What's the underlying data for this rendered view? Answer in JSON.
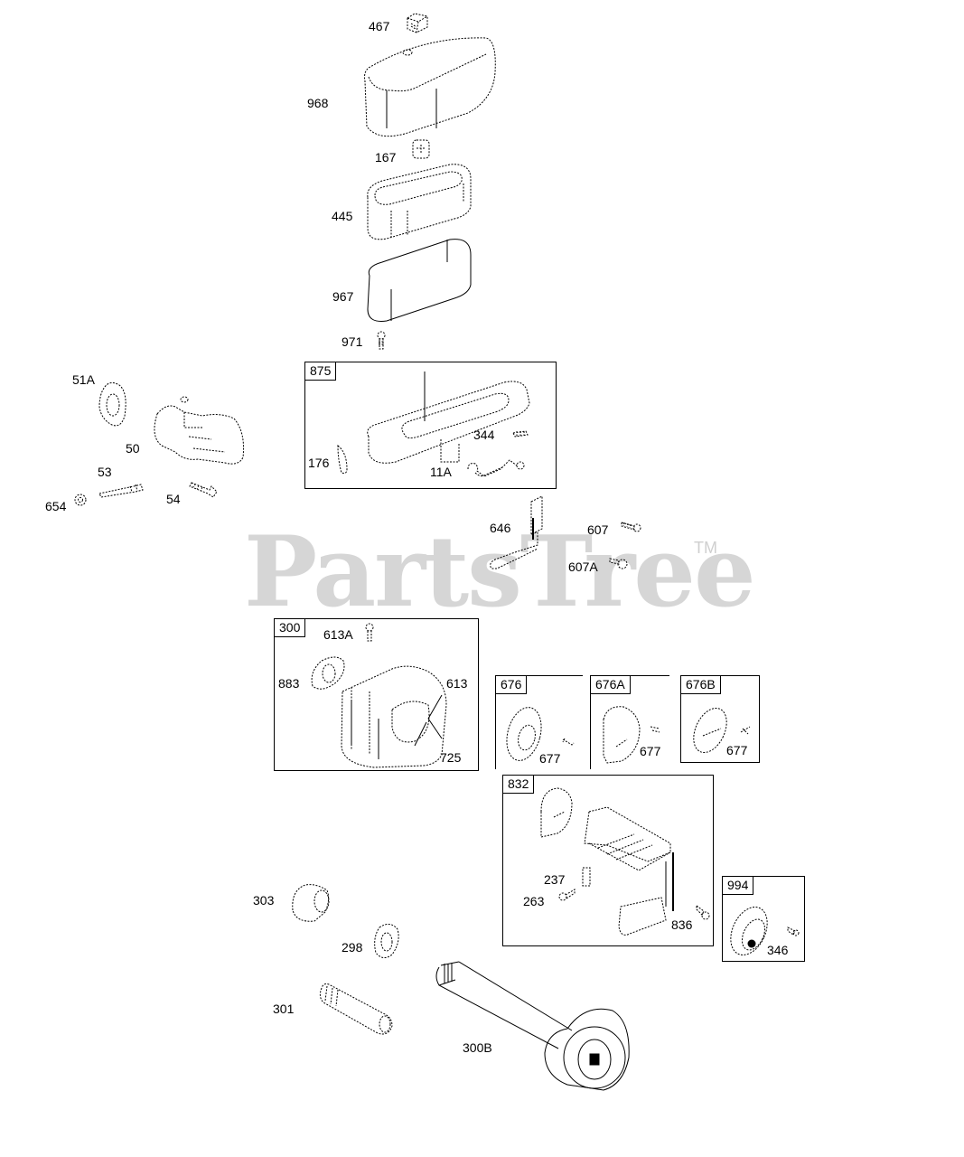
{
  "watermark": {
    "text": "PartsTree",
    "trademark": "TM",
    "color": "#d6d6d6"
  },
  "callouts": {
    "p467": "467",
    "p968": "968",
    "p167": "167",
    "p445": "445",
    "p967": "967",
    "p971": "971",
    "p51A": "51A",
    "p50": "50",
    "p53": "53",
    "p54": "54",
    "p654": "654",
    "p176": "176",
    "p344": "344",
    "p11A": "11A",
    "p646": "646",
    "p607": "607",
    "p607A": "607A",
    "p613A": "613A",
    "p883": "883",
    "p613": "613",
    "p725": "725",
    "p677a": "677",
    "p677b": "677",
    "p677c": "677",
    "p237": "237",
    "p263": "263",
    "p836": "836",
    "p346": "346",
    "p303": "303",
    "p298": "298",
    "p301": "301",
    "p300B": "300B"
  },
  "kits": {
    "k875": "875",
    "k300": "300",
    "k676": "676",
    "k676A": "676A",
    "k676B": "676B",
    "k832": "832",
    "k994": "994"
  }
}
